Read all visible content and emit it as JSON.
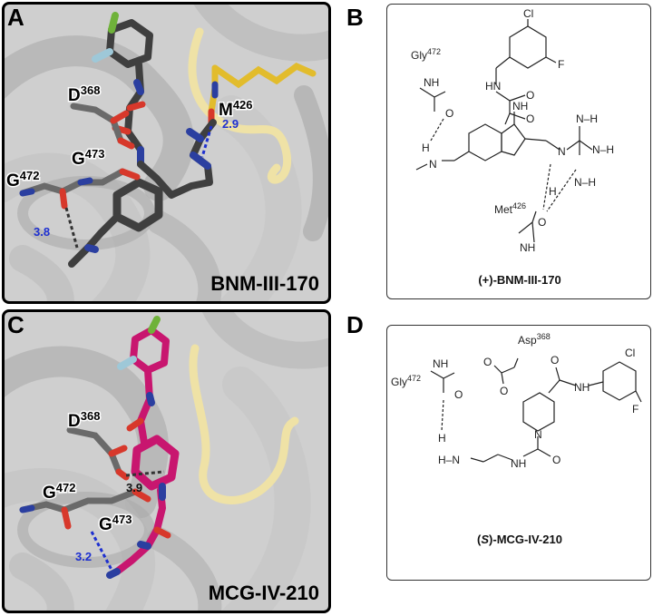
{
  "panels": {
    "a": {
      "letter": "A",
      "compound": "BNM-III-170",
      "residues": {
        "d368": "D",
        "d368_num": "368",
        "m426": "M",
        "m426_num": "426",
        "g473": "G",
        "g473_num": "473",
        "g472": "G",
        "g472_num": "472"
      },
      "distances": {
        "d1": "2.9",
        "d2": "3.8"
      }
    },
    "b": {
      "letter": "B",
      "caption": "(+)-BNM-III-170",
      "atoms": {
        "gly": "Gly",
        "gly_num": "472",
        "met": "Met",
        "met_num": "426",
        "cl": "Cl",
        "f": "F",
        "hn": "HN",
        "nh": "NH",
        "n": "N",
        "h": "H",
        "o": "O",
        "nh_lower": "NH",
        "h_upper": "H",
        "n_h": "N–H",
        "n_h2": "N–H"
      }
    },
    "c": {
      "letter": "C",
      "compound": "MCG-IV-210",
      "residues": {
        "d368": "D",
        "d368_num": "368",
        "g472": "G",
        "g472_num": "472",
        "g473": "G",
        "g473_num": "473"
      },
      "distances": {
        "d1": "3.9",
        "d2": "3.2"
      }
    },
    "d": {
      "letter": "D",
      "caption_prefix": "(",
      "caption_s": "S",
      "caption_suffix": ")-MCG-IV-210",
      "atoms": {
        "asp": "Asp",
        "asp_num": "368",
        "gly": "Gly",
        "gly_num": "472",
        "cl": "Cl",
        "f": "F",
        "nh": "NH",
        "o": "O",
        "n": "N",
        "h": "H",
        "hn": "H–N",
        "o_minus": "O"
      }
    }
  },
  "colors": {
    "carbon_gray": "#4d4d4d",
    "carbon_magenta": "#c8166f",
    "met_yellow": "#e6c232",
    "nitrogen": "#2b3fa0",
    "oxygen": "#d7382b",
    "halogen": "#6fb23a",
    "protein": "#bdbdbd",
    "distance_blue": "#1d2fd0"
  }
}
